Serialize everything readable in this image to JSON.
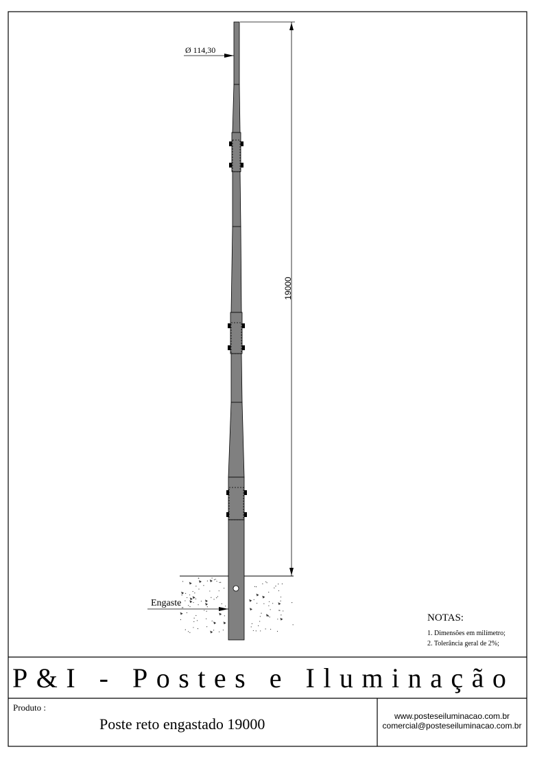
{
  "drawing": {
    "diameter_label": "Ø 114,30",
    "height_dimension": "19000",
    "embed_label": "Engaste",
    "pole_color": "#808080"
  },
  "notes": {
    "title": "NOTAS:",
    "items": [
      "1. Dimensões em milímetro;",
      "2. Tolerância geral de 2%;"
    ]
  },
  "title_block": {
    "company": "P&I - Postes e Iluminação",
    "product_label": "Produto :",
    "product_name": "Poste reto engastado 19000",
    "website": "www.posteseiluminacao.com.br",
    "email": "comercial@posteseiluminacao.com.br"
  }
}
